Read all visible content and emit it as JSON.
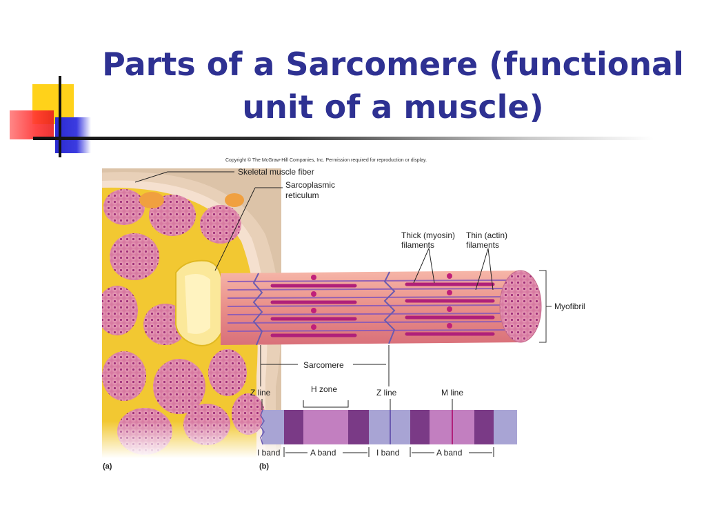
{
  "slide": {
    "title_line1": "Parts of a Sarcomere (functional",
    "title_line2": "unit of a muscle)"
  },
  "figure": {
    "copyright": "Copyright © The McGraw-Hill Companies, Inc. Permission required for reproduction or display.",
    "labels": {
      "skeletal_muscle_fiber": "Skeletal muscle fiber",
      "sarcoplasmic_1": "Sarcoplasmic",
      "sarcoplasmic_2": "reticulum",
      "thick_1": "Thick (myosin)",
      "thick_2": "filaments",
      "thin_1": "Thin (actin)",
      "thin_2": "filaments",
      "myofibril": "Myofibril",
      "sarcomere": "Sarcomere",
      "z_line_left": "Z line",
      "h_zone": "H zone",
      "z_line_mid": "Z line",
      "m_line": "M line",
      "i_band_1": "I band",
      "a_band_1": "A band",
      "i_band_2": "I band",
      "a_band_2": "A band",
      "panel_a": "(a)",
      "panel_b": "(b)"
    },
    "colors": {
      "title": "#2e3192",
      "i_band": "#a8a4d4",
      "a_band_dark": "#7a3a86",
      "h_zone": "#c27fc0",
      "m_line": "#b0207a",
      "myofibril_body": "#e89a92",
      "reticulum": "#f2c832"
    }
  }
}
